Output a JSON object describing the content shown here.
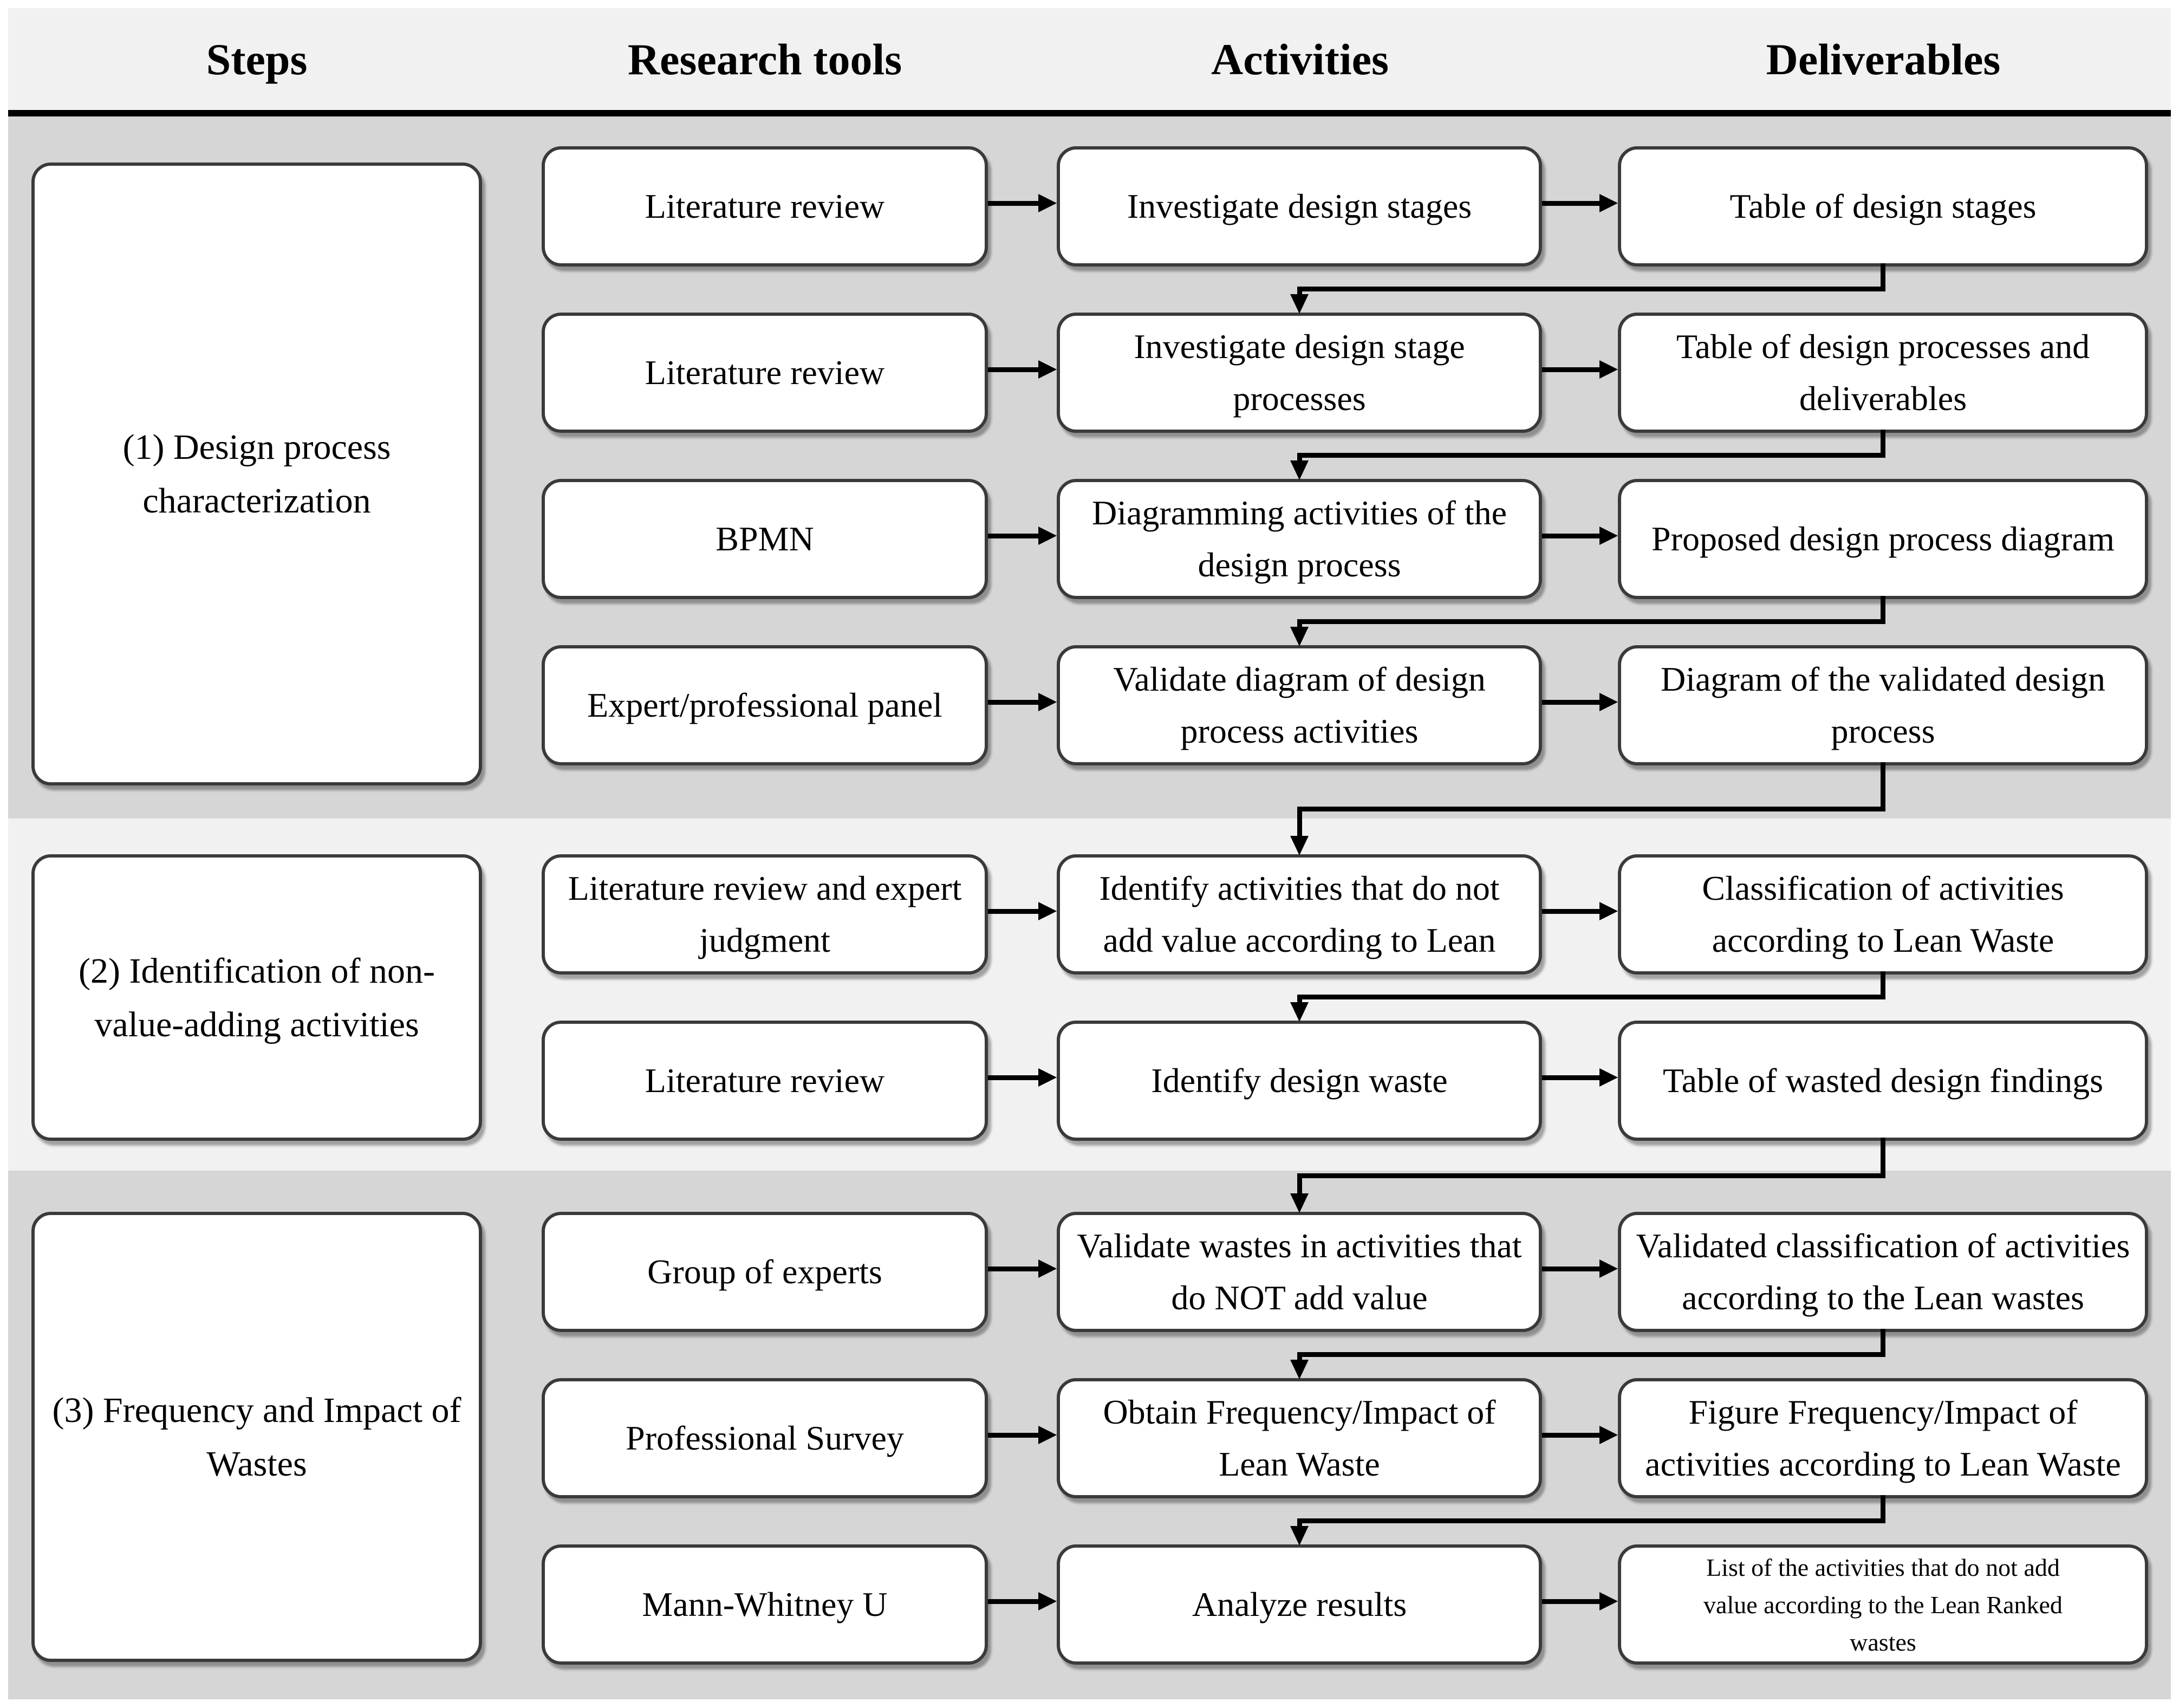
{
  "header": {
    "columns": [
      "Steps",
      "Research tools",
      "Activities",
      "Deliverables"
    ]
  },
  "bands": [
    {
      "step_label": "(1) Design process\ncharacterization",
      "rows": [
        {
          "tool": "Literature review",
          "activity": "Investigate design stages",
          "deliverable": "Table of design stages"
        },
        {
          "tool": "Literature review",
          "activity": "Investigate design stage\nprocesses",
          "deliverable": "Table of design processes and\ndeliverables"
        },
        {
          "tool": "BPMN",
          "activity": "Diagramming activities of the\ndesign process",
          "deliverable": "Proposed design process diagram"
        },
        {
          "tool": "Expert/professional panel",
          "activity": "Validate diagram of design\nprocess activities",
          "deliverable": "Diagram of the validated design\nprocess"
        }
      ]
    },
    {
      "step_label": "(2) Identification of non-\nvalue-adding activities",
      "rows": [
        {
          "tool": "Literature review and expert\njudgment",
          "activity": "Identify activities that do not\nadd value according to Lean",
          "deliverable": "Classification of activities\naccording to Lean Waste"
        },
        {
          "tool": "Literature review",
          "activity": "Identify design waste",
          "deliverable": "Table of wasted design findings"
        }
      ]
    },
    {
      "step_label": "(3) Frequency and Impact of\nWastes",
      "rows": [
        {
          "tool": "Group of experts",
          "activity": "Validate wastes in activities that\ndo NOT add value",
          "deliverable": "Validated classification of activities\naccording to the Lean wastes"
        },
        {
          "tool": "Professional Survey",
          "activity": "Obtain Frequency/Impact of\nLean Waste",
          "deliverable": "Figure Frequency/Impact of\nactivities according to Lean Waste"
        },
        {
          "tool": "Mann-Whitney U",
          "activity": "Analyze results",
          "deliverable": "List of the activities that do not add\nvalue according to the Lean Ranked\nwastes"
        }
      ]
    }
  ],
  "colors": {
    "band_dark": "#d6d6d6",
    "band_light": "#f1f1f1",
    "header_bg": "#f1f1f1",
    "divider": "#000000",
    "box_border": "#3a3a3a",
    "arrow": "#000000"
  }
}
